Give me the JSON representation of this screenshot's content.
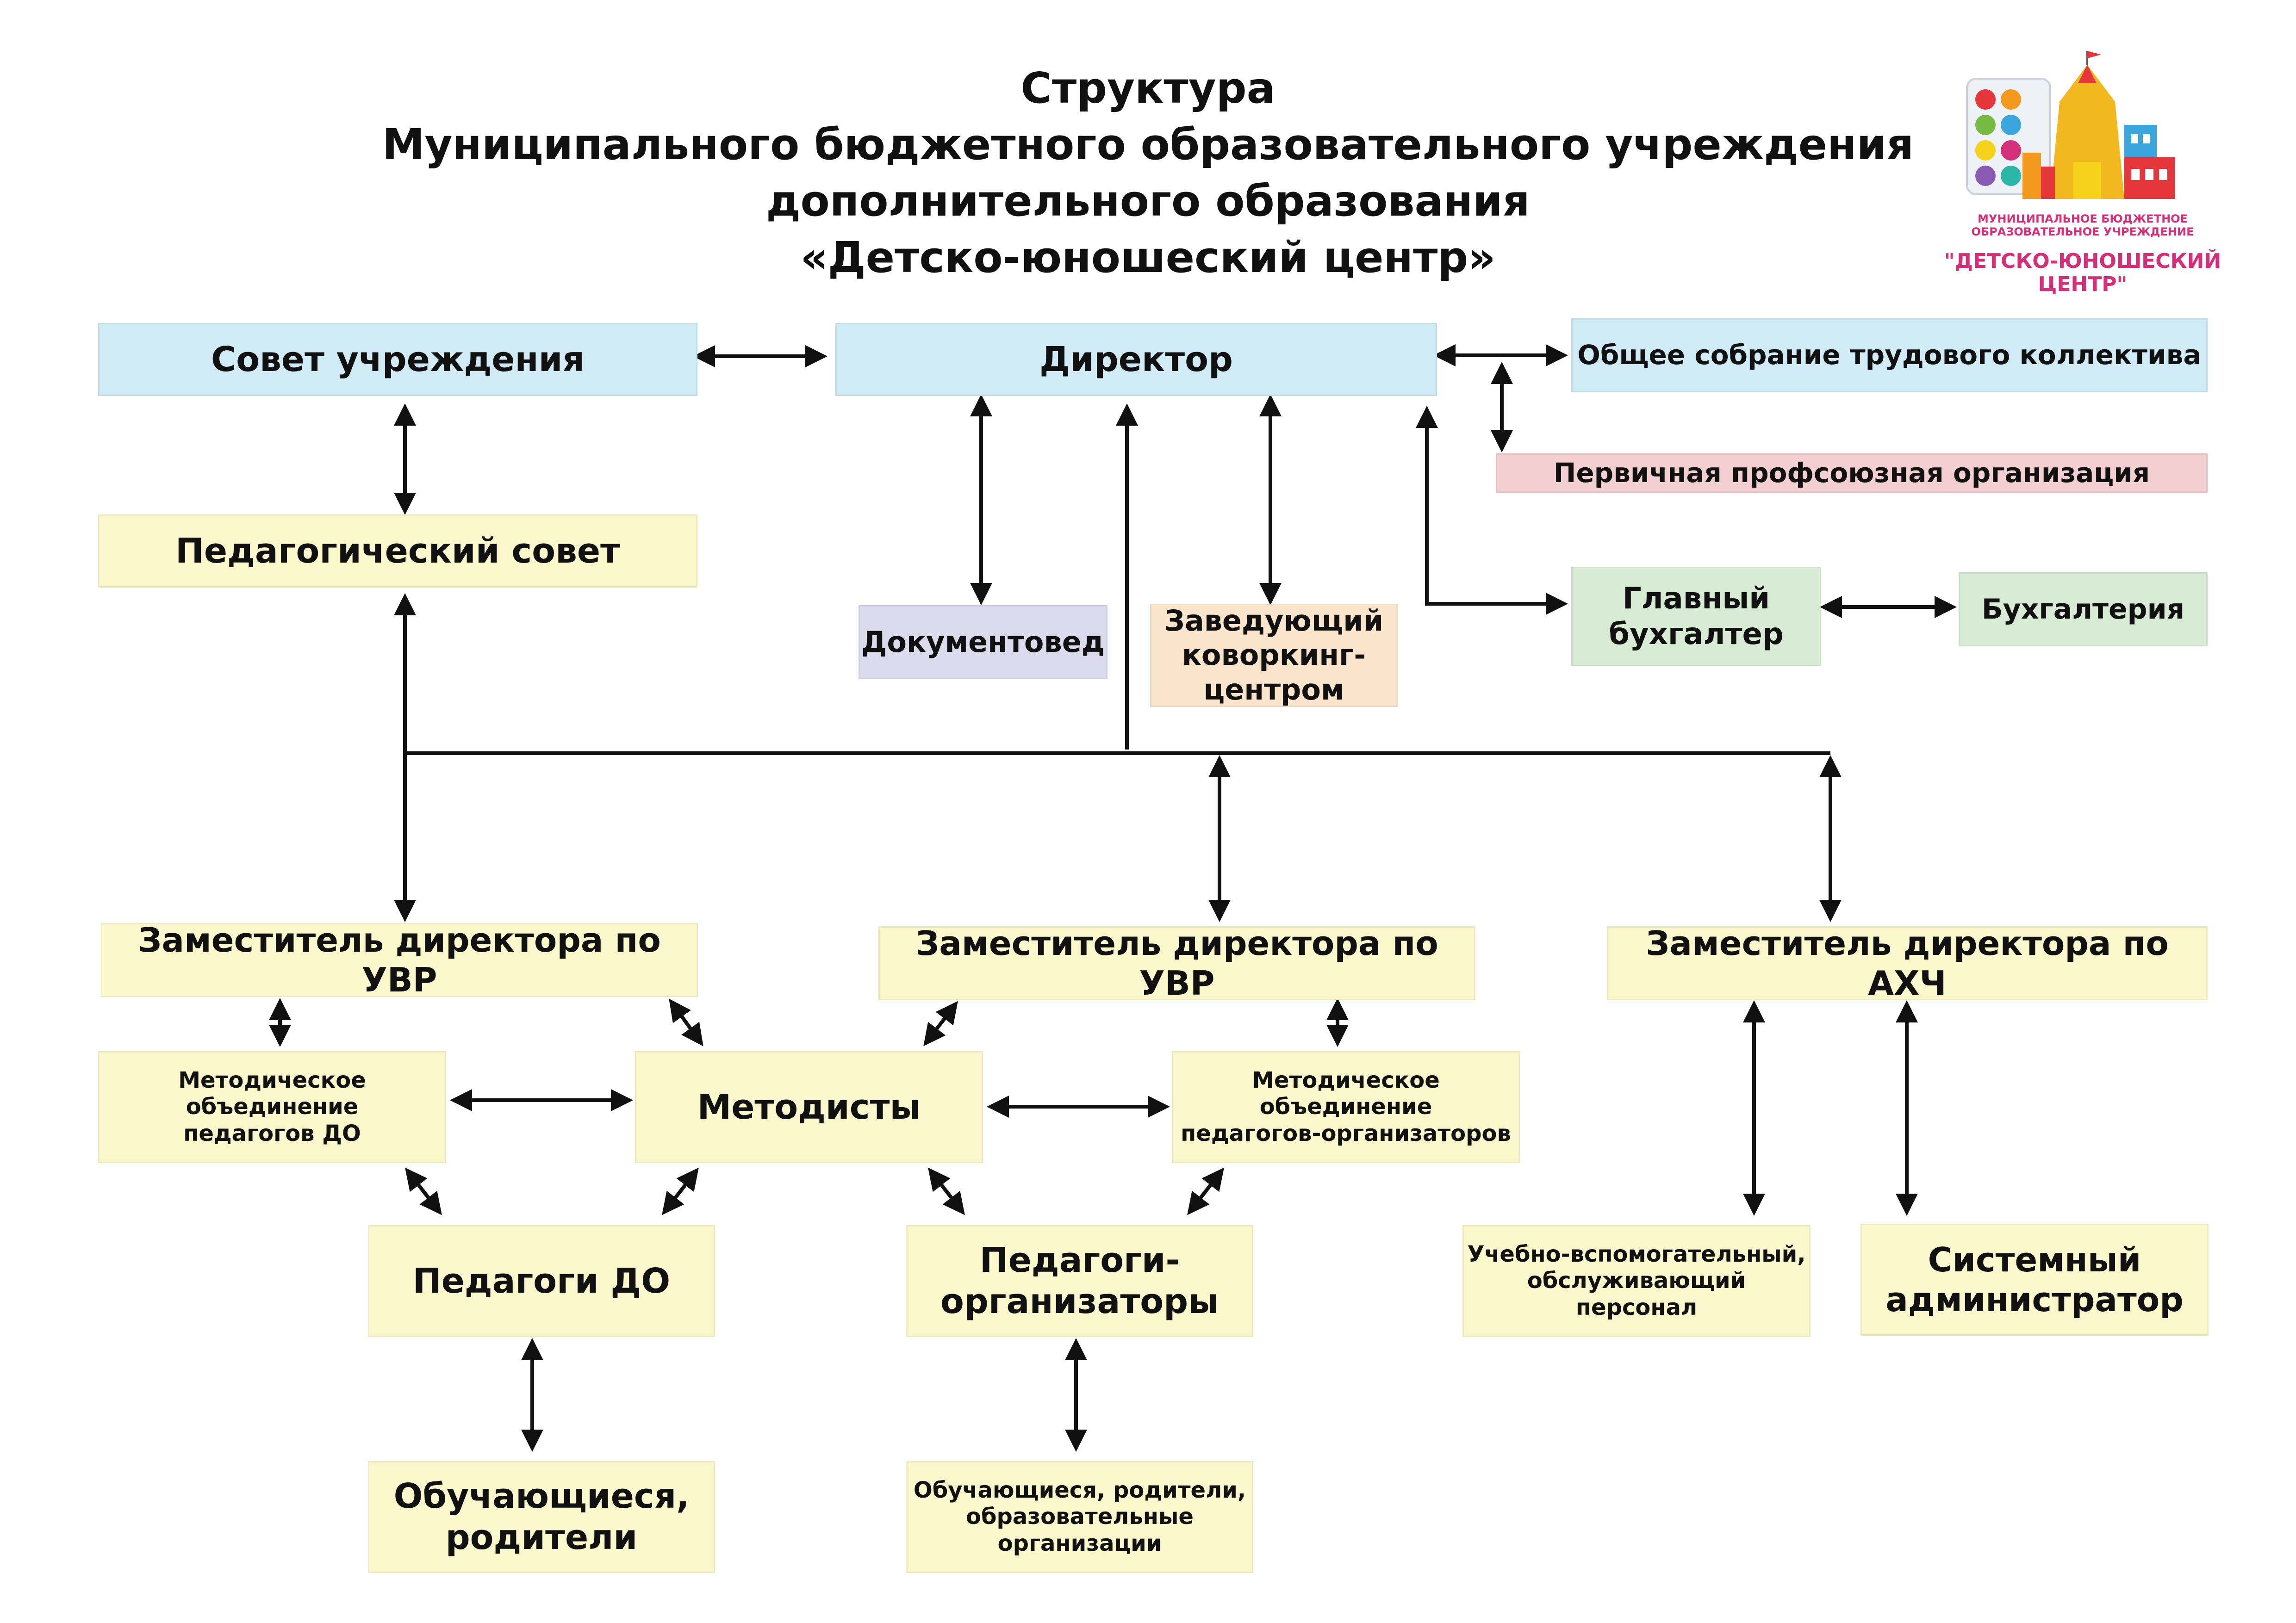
{
  "title": [
    "Структура",
    "Муниципального бюджетного образовательного учреждения",
    "дополнительного образования",
    "«Детско-юношеский центр»"
  ],
  "logo": {
    "small_text": "МУНИЦИПАЛЬНОЕ БЮДЖЕТНОЕ\nОБРАЗОВАТЕЛЬНОЕ УЧРЕЖДЕНИЕ",
    "name": "\"ДЕТСКО-ЮНОШЕСКИЙ\nЦЕНТР\"",
    "colors": {
      "text": "#d4307a",
      "palette_red": "#e5363c",
      "palette_yellow": "#f6d21a",
      "palette_blue": "#3aa6dd",
      "palette_green": "#76b943",
      "tower": "#f2b820"
    }
  },
  "nodes": {
    "sovet": "Совет учреждения",
    "director": "Директор",
    "obshee_sobranie": "Общее собрание трудового коллектива",
    "profsoyuz": "Первичная профсоюзная организация",
    "pedsovet": "Педагогический совет",
    "dokumentoved": "Документовед",
    "zav_kovorking": "Заведующий\nковоркинг-\nцентром",
    "glav_buh": "Главный\nбухгалтер",
    "buhgalteria": "Бухгалтерия",
    "zam_uvr_1": "Заместитель директора по УВР",
    "zam_uvr_2": "Заместитель директора по УВР",
    "zam_ahch": "Заместитель директора по АХЧ",
    "mo_pedagogov_do": "Методическое\nобъединение\nпедагогов ДО",
    "metodisty": "Методисты",
    "mo_ped_org": "Методическое\nобъединение\nпедагогов-организаторов",
    "pedagogi_do": "Педагоги ДО",
    "pedagogi_org": "Педагоги-\nорганизаторы",
    "uchebno_vspom": "Учебно-вспомогательный,\nобслуживающий\nперсонал",
    "sys_admin": "Системный\nадминистратор",
    "obuch_roditeli": "Обучающиеся,\nродители",
    "obuch_roditeli_org": "Обучающиеся, родители,\nобразовательные\nорганизации"
  },
  "colors": {
    "blue": "#d0ebf6",
    "yellow": "#fbf7cc",
    "purple": "#dcdbee",
    "peach": "#fbe4cc",
    "green": "#d8ebd4",
    "pink": "#f4cfd1",
    "line": "#111111"
  }
}
